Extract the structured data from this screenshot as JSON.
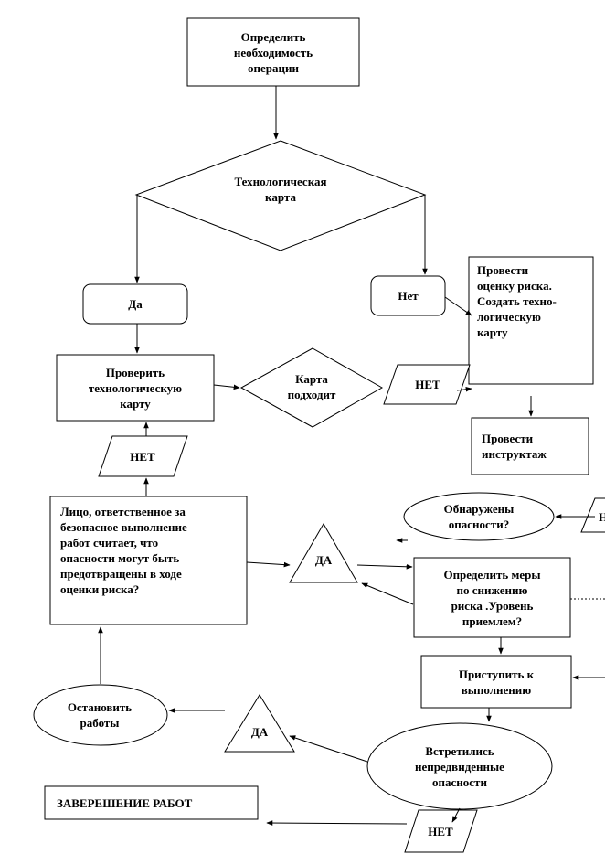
{
  "nodes": {
    "determine_need": "Определить\nнеобходимость\nоперации",
    "tech_card_q": "Технологическая\nкарта",
    "yes_1": "Да",
    "no_1": "Нет",
    "risk_assess": "Провести\nоценку риска.\nСоздать техно-\nлогическую\nкарту",
    "check_card": "Проверить\nтехнологическую\nкарту",
    "card_fits_q": "Карта\nподходит",
    "no_2": "НЕТ",
    "briefing": "Провести\nинструктаж",
    "no_3": "НЕТ",
    "responsible_person": "Лицо, ответственное за\nбезопасное выполнение\nработ считает, что\nопасности могут быть\nпредотвращены в ходе\nоценки риска?",
    "hazards_found_q": "Обнаружены\nопасности?",
    "yes_2": "ДА",
    "measures": "Определить меры\nпо снижению\nриска .Уровень\nприемлем?",
    "start_work": "Приступить к\nвыполнению",
    "stop_work": "Остановить\nработы",
    "yes_3": "ДА",
    "unforeseen_q": "Встретились\nнепредвиденные\nопасности",
    "completion": "ЗАВЕРЕШЕНИЕ РАБОТ",
    "no_4": "НЕТ",
    "cutoff_edge": "Н"
  },
  "colors": {
    "stroke": "#000000",
    "background": "#ffffff"
  }
}
